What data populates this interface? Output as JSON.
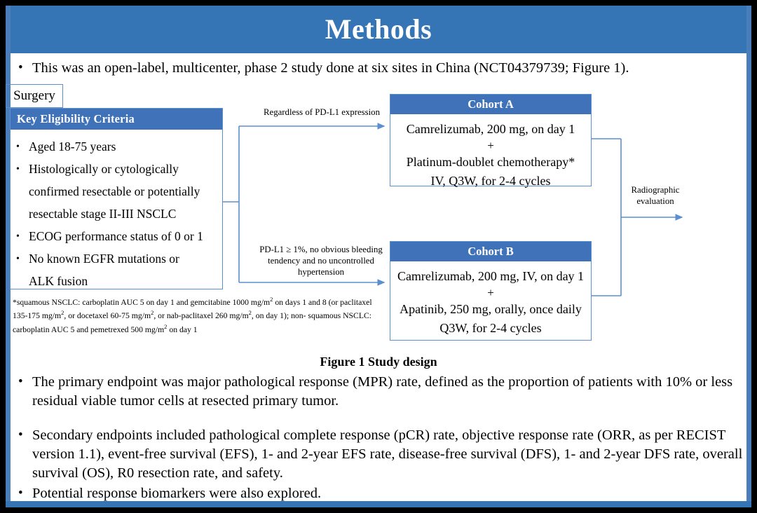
{
  "slide": {
    "title": "Methods",
    "accent_color": "#3575b5",
    "box_header_color": "#3f72b8",
    "border_color": "#5b8fd0",
    "frame_color": "#000000"
  },
  "intro_bullet": {
    "marker": "•",
    "text": "This was an open-label, multicenter, phase 2 study done at six sites in China (NCT04379739; Figure 1)."
  },
  "figure": {
    "caption": "Figure 1 Study design",
    "eligibility": {
      "header": "Key  Eligibility Criteria",
      "marker": "•",
      "items": [
        "Aged 18-75 years",
        "Histologically or cytologically",
        "confirmed resectable or potentially",
        "resectable stage II-III  NSCLC",
        "ECOG performance status of 0 or 1",
        "No known EGFR mutations or",
        "ALK fusion"
      ],
      "bulleted_lines": [
        true,
        true,
        false,
        false,
        true,
        true,
        false
      ]
    },
    "footnote": {
      "line1_a": "*squamous NSCLC: carboplatin AUC 5 on day 1 and gemcitabine 1000 mg/m",
      "line1_sup": "2",
      "line1_b": " on days 1 and 8 (or",
      "line2_a": "paclitaxel 135-175  mg/m",
      "line2_sup1": "2",
      "line2_b": ", or docetaxel 60-75 mg/m",
      "line2_sup2": "2",
      "line2_c": ", or nab-paclitaxel 260 mg/m",
      "line2_sup3": "2",
      "line2_d": ", on day 1); non-",
      "line3_a": "squamous NSCLC: carboplatin AUC 5 and pemetrexed 500 mg/m",
      "line3_sup": "2",
      "line3_b": " on day 1"
    },
    "connector_top_label": "Regardless  of PD-L1 expression",
    "connector_bottom_label": "PD-L1 ≥ 1%, no obvious bleeding tendency and no uncontrolled  hypertension",
    "connector_right_label": "Radiographic evaluation",
    "cohort_a": {
      "header": "Cohort A",
      "line1": "Camrelizumab, 200 mg, on day 1",
      "plus": "+",
      "line2": "Platinum-doublet chemotherapy*",
      "line3": "IV, Q3W, for 2-4 cycles"
    },
    "cohort_b": {
      "header": "Cohort B",
      "line1": "Camrelizumab, 200 mg, IV, on day 1",
      "plus": "+",
      "line2": "Apatinib, 250 mg, orally, once daily",
      "line3": "Q3W, for 2-4 cycles"
    },
    "surgery": {
      "label": "Surgery"
    }
  },
  "bullets": [
    {
      "marker": "•",
      "text": "The primary endpoint was major pathological response (MPR) rate, defined as the proportion of patients with 10% or less residual viable tumor cells at resected primary tumor."
    },
    {
      "marker": "•",
      "text": "Secondary endpoints included pathological complete response (pCR) rate, objective response rate (ORR, as per RECIST version 1.1), event-free survival (EFS), 1- and 2-year EFS rate, disease-free survival (DFS), 1- and 2-year DFS rate, overall survival (OS), R0 resection rate, and safety."
    },
    {
      "marker": "•",
      "text": "Potential response biomarkers were also explored."
    }
  ]
}
